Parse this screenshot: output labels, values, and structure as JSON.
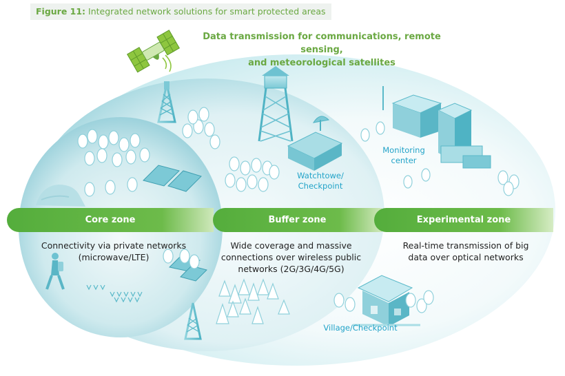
{
  "caption": {
    "figure_number": "Figure 11:",
    "title": "Integrated network solutions for smart protected areas"
  },
  "satellite": {
    "label_line1": "Data transmission for communications, remote sensing,",
    "label_line2": "and meteorological satellites",
    "icon": "satellite-icon"
  },
  "zones": [
    {
      "name": "Core zone",
      "description_line1": "Connectivity via private networks",
      "description_line2": "(microwave/LTE)"
    },
    {
      "name": "Buffer zone",
      "description_line1": "Wide coverage and massive",
      "description_line2": "connections over wireless public",
      "description_line3": "networks (2G/3G/4G/5G)"
    },
    {
      "name": "Experimental zone",
      "description_line1": "Real-time transmission of big",
      "description_line2": "data over optical networks"
    }
  ],
  "places": {
    "watchtower_line1": "Watchtowe/",
    "watchtower_line2": "Checkpoint",
    "monitoring_line1": "Monitoring",
    "monitoring_line2": "center",
    "village": "Village/Checkpoint"
  },
  "icons": [
    "satellite-icon",
    "communication-tower-icon",
    "watchtower-icon",
    "radar-dish-icon",
    "monitoring-building-icon",
    "solar-panel-icon",
    "tree-icon",
    "pine-tree-icon",
    "hiker-icon",
    "village-house-icon",
    "rock-icon",
    "grass-icon"
  ],
  "colors": {
    "accent_green": "#6aa842",
    "zone_bar_green": "#5db043",
    "label_cyan": "#22a3c8",
    "ellipse_teal": "#bfe6ec"
  }
}
